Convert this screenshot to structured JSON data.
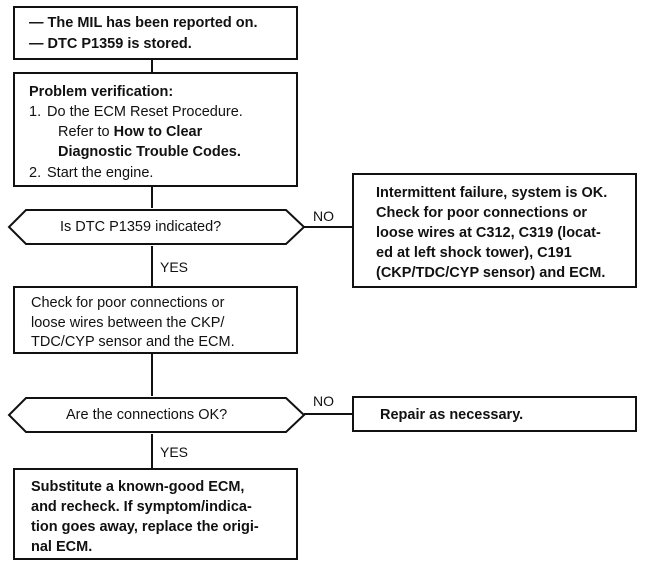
{
  "start_box": {
    "line1": "— The MIL has been reported on.",
    "line2": "— DTC P1359 is stored."
  },
  "verify_box": {
    "heading": "Problem verification:",
    "step1_num": "1.",
    "step1_line1": "Do the ECM Reset Procedure.",
    "step1_refer": "Refer to ",
    "step1_link1": "How to Clear",
    "step1_link2": "Diagnostic Trouble Codes.",
    "step2_num": "2.",
    "step2_text": "Start the engine."
  },
  "decision1": {
    "question": "Is DTC P1359 indicated?",
    "no_label": "NO",
    "yes_label": "YES"
  },
  "intermittent_box": {
    "line1": "Intermittent failure, system is OK.",
    "line2": "Check for poor connections or",
    "line3": "loose wires at C312, C319 (locat-",
    "line4": "ed at left shock tower), C191",
    "line5": "(CKP/TDC/CYP sensor) and ECM."
  },
  "check_box": {
    "line1": "Check for poor connections or",
    "line2": "loose wires between the CKP/",
    "line3": "TDC/CYP sensor and the ECM."
  },
  "decision2": {
    "question": "Are the connections OK?",
    "no_label": "NO",
    "yes_label": "YES"
  },
  "repair_box": {
    "text": "Repair as necessary."
  },
  "final_box": {
    "line1": "Substitute a known-good ECM,",
    "line2": "and recheck. If symptom/indica-",
    "line3": "tion goes away, replace the origi-",
    "line4": "nal ECM."
  }
}
